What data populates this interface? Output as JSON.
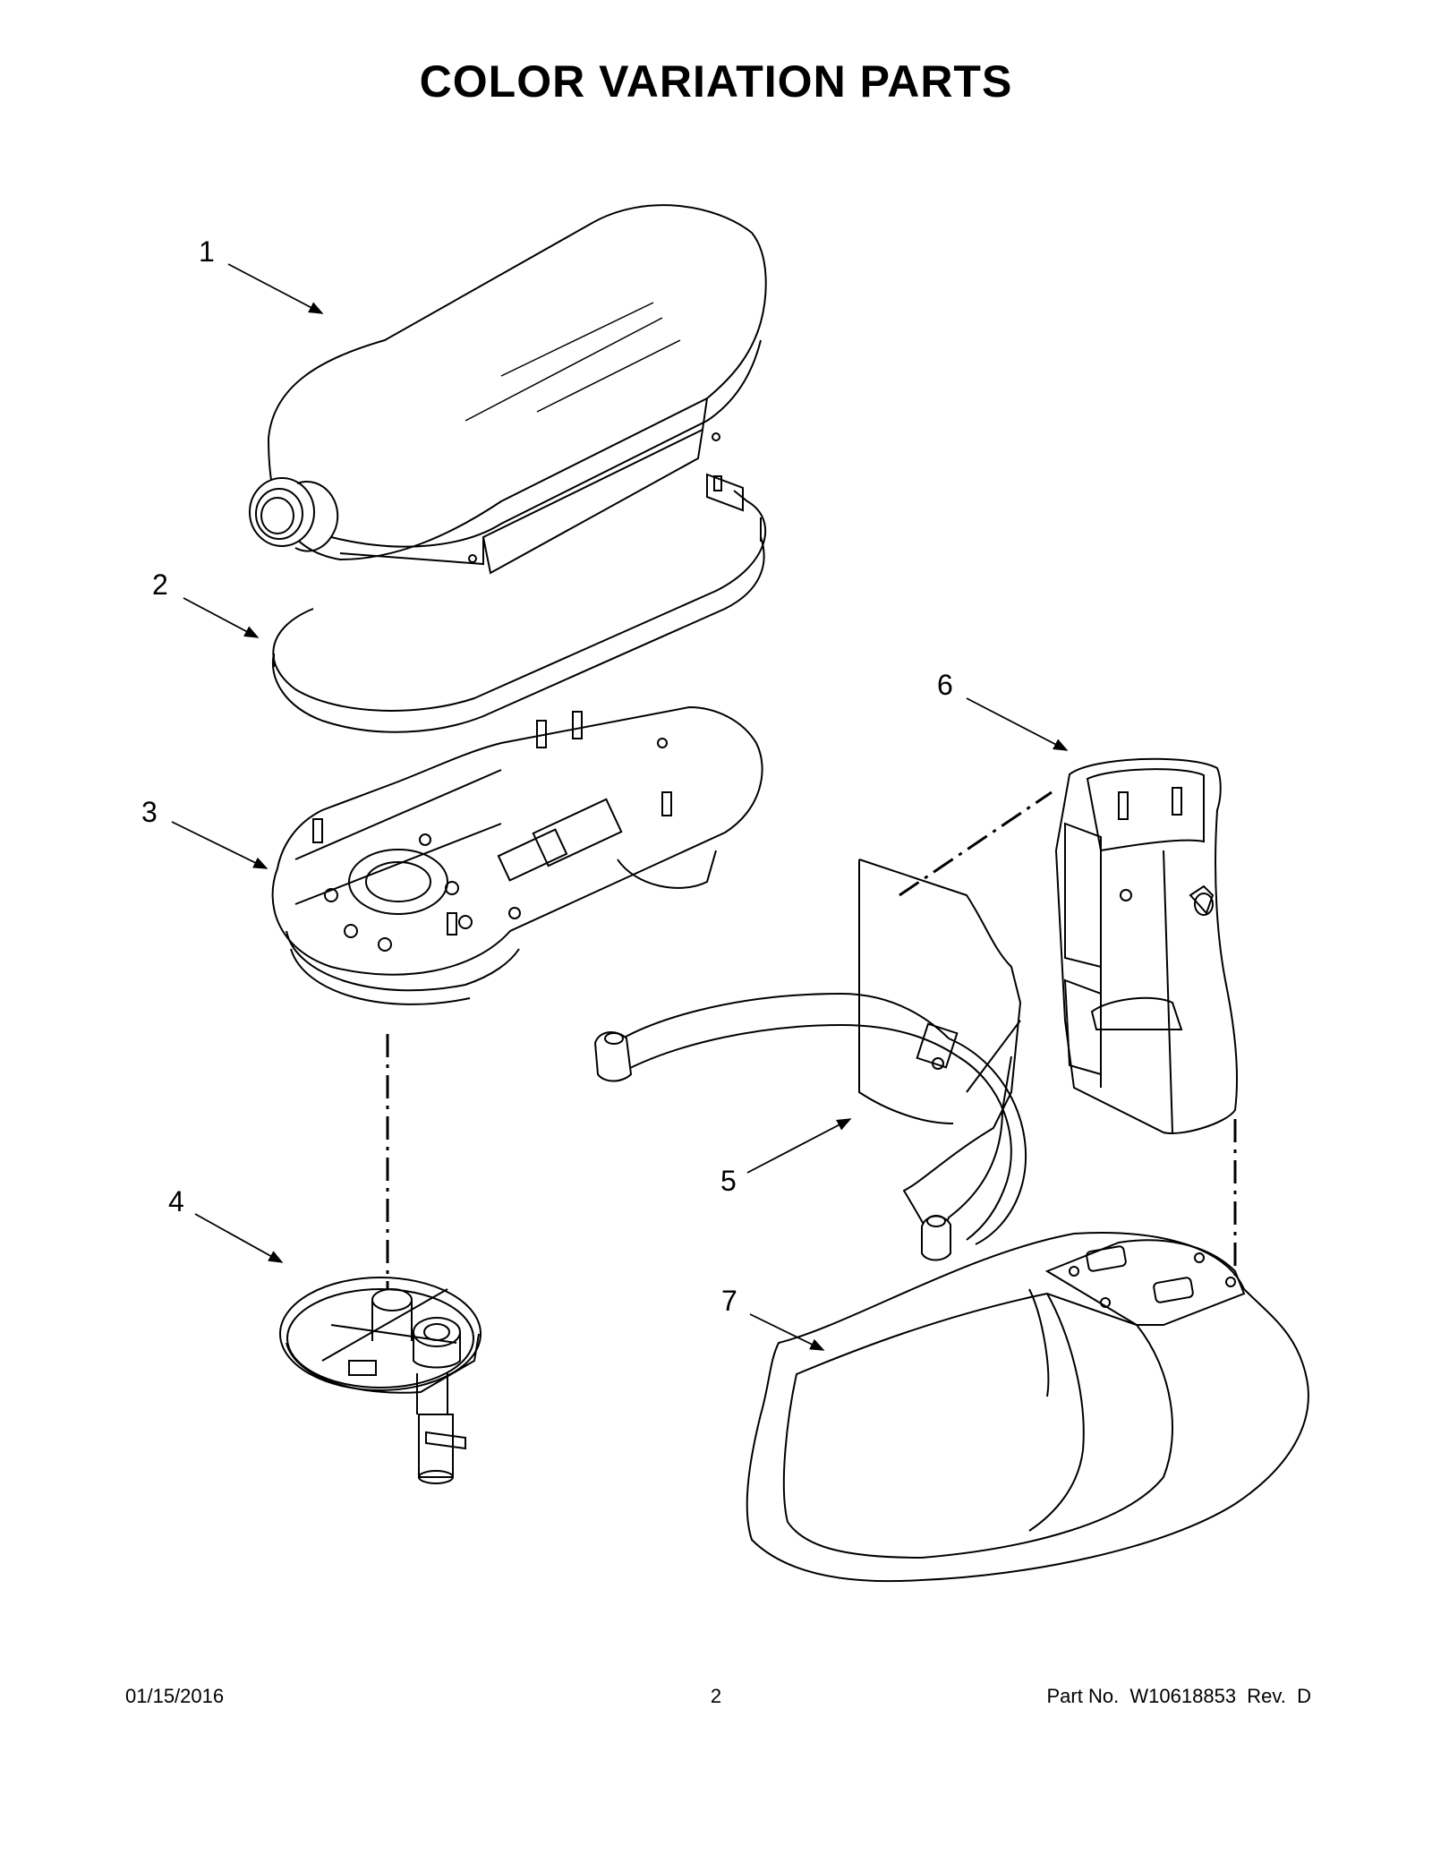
{
  "title": "COLOR VARIATION PARTS",
  "callouts": [
    {
      "number": "1"
    },
    {
      "number": "2"
    },
    {
      "number": "3"
    },
    {
      "number": "4"
    },
    {
      "number": "5"
    },
    {
      "number": "6"
    },
    {
      "number": "7"
    }
  ],
  "footer": {
    "date": "01/15/2016",
    "page": "2",
    "part_info": "Part No.  W10618853  Rev.  D"
  }
}
